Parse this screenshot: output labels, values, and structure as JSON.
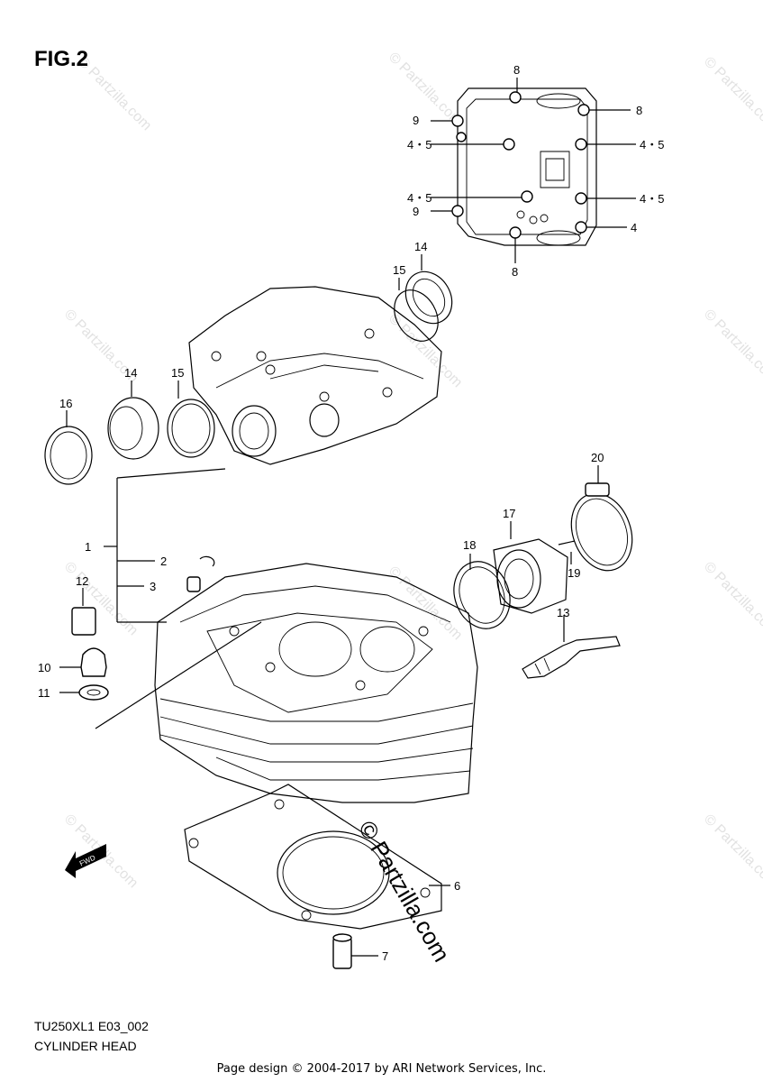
{
  "figure_title": "FIG.2",
  "diagram_code": "TU250XL1 E03_002",
  "diagram_name": "CYLINDER HEAD",
  "footer": "Page design © 2004-2017 by ARI Network Services, Inc.",
  "watermark_text": "© Partzilla.com",
  "fwd_label": "FWD",
  "callouts": {
    "c1": "1",
    "c2": "2",
    "c3": "3",
    "c4": "4",
    "c45a": "4・5",
    "c45b": "4・5",
    "c45c": "4・5",
    "c45d": "4・5",
    "c6": "6",
    "c7": "7",
    "c8a": "8",
    "c8b": "8",
    "c8c": "8",
    "c9a": "9",
    "c9b": "9",
    "c10": "10",
    "c11": "11",
    "c12": "12",
    "c13": "13",
    "c14a": "14",
    "c14b": "14",
    "c15a": "15",
    "c15b": "15",
    "c16": "16",
    "c17": "17",
    "c18": "18",
    "c19": "19",
    "c20": "20"
  }
}
